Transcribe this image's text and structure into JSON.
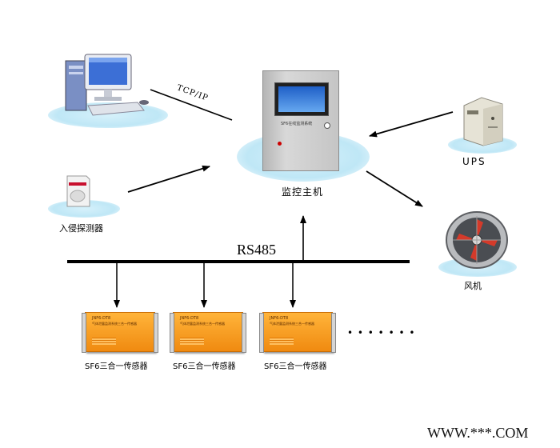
{
  "labels": {
    "tcpip": "TCP/IP",
    "ups": "UPS",
    "monitor_host": "监控主机",
    "intrusion_detector": "入侵探测器",
    "fan": "风机",
    "bus": "RS485",
    "sensor_1": "SF6三合一传感器",
    "sensor_2": "SF6三合一传感器",
    "sensor_3": "SF6三合一传感器",
    "ellipsis": "• • • • • • •",
    "watermark": "WWW.***.COM"
  },
  "cabinet": {
    "panel_title": "SF6在线监测系统"
  },
  "sensor_device": {
    "model": "JNF6-DT8",
    "subtitle": "气体泄露监测系统三合一传感器"
  },
  "colors": {
    "cloud": "#bfe7f6",
    "cabinet": "#c7c7c7",
    "sensor": "#f59a1c",
    "line": "#000000"
  }
}
